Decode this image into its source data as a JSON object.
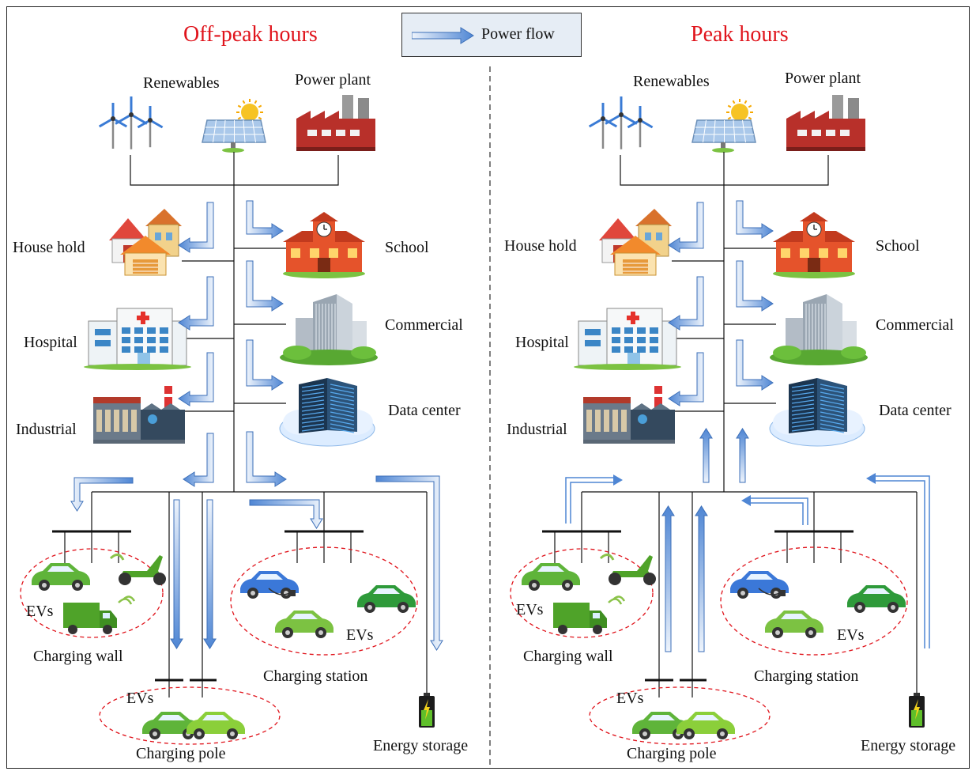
{
  "panels": {
    "left": {
      "title": "Off-peak hours",
      "sources": {
        "renewables": "Renewables",
        "power_plant": "Power plant"
      },
      "loads": {
        "household": "House hold",
        "school": "School",
        "hospital": "Hospital",
        "commercial": "Commercial",
        "industrial": "Industrial",
        "data_center": "Data center"
      },
      "ev": {
        "charging_wall": "Charging wall",
        "charging_station": "Charging station",
        "charging_pole": "Charging pole",
        "energy_storage": "Energy storage",
        "evs_wall": "EVs",
        "evs_station": "EVs",
        "evs_pole": "EVs"
      },
      "flow_direction": "to-loads"
    },
    "right": {
      "title": "Peak hours",
      "sources": {
        "renewables": "Renewables",
        "power_plant": "Power plant"
      },
      "loads": {
        "household": "House hold",
        "school": "School",
        "hospital": "Hospital",
        "commercial": "Commercial",
        "industrial": "Industrial",
        "data_center": "Data center"
      },
      "ev": {
        "charging_wall": "Charging wall",
        "charging_station": "Charging station",
        "charging_pole": "Charging pole",
        "energy_storage": "Energy storage",
        "evs_wall": "EVs",
        "evs_station": "EVs",
        "evs_pole": "EVs"
      },
      "flow_direction": "from-evs"
    }
  },
  "legend": {
    "label": "Power flow"
  },
  "colors": {
    "title": "#e0141c",
    "arrow_fill": "#5b8fd6",
    "arrow_light": "#dbe7f7",
    "line": "#111111",
    "ellipse": "#e0141c",
    "divider": "#555555"
  }
}
